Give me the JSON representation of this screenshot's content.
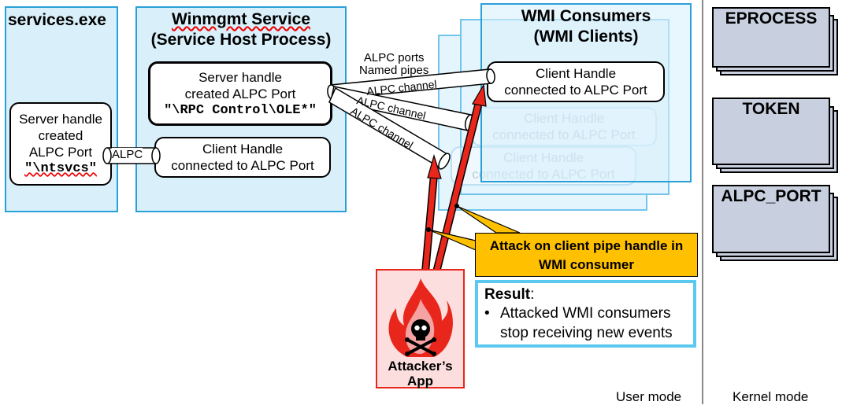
{
  "services": {
    "title": "services.exe",
    "server_handle": [
      "Server handle",
      "created",
      "ALPC Port"
    ],
    "port_name": "\"\\ntsvcs\""
  },
  "alpc_link_label": "ALPC",
  "winmgmt": {
    "title_line1": "Winmgmt Service",
    "title_line2": "(Service Host Process)",
    "server_handle": [
      "Server handle",
      "created ALPC Port"
    ],
    "port_name": "\"\\RPC Control\\OLE*\"",
    "client_handle": [
      "Client Handle",
      "connected to ALPC Port"
    ]
  },
  "consumers": {
    "title_line1": "WMI Consumers",
    "title_line2": "(WMI Clients)",
    "client_handle": [
      "Client Handle",
      "connected to ALPC Port"
    ],
    "ghost_handle": [
      "Client Handle",
      "connected to ALPC Port"
    ]
  },
  "channel_header": [
    "ALPC ports",
    "Named pipes"
  ],
  "channel_label": "ALPC channel",
  "kernel_objects": [
    "EPROCESS",
    "TOKEN",
    "ALPC_PORT"
  ],
  "attacker": {
    "label_line1": "Attacker’s",
    "label_line2": "App",
    "icon": "skull-fire-icon"
  },
  "attack_callout": [
    "Attack on client pipe handle in",
    "WMI consumer"
  ],
  "result": {
    "title": "Result",
    "title_suffix": ":",
    "bullet": "Attacked WMI consumers stop receiving new events"
  },
  "modes": {
    "user": "User mode",
    "kernel": "Kernel mode"
  },
  "colors": {
    "process_fill": "#d9f0fb",
    "process_border": "#2aa0d8",
    "attack_red": "#e8261c",
    "callout_fill": "#ffc000",
    "kernel_fill": "#c8d0df",
    "attacker_fill": "#fddede"
  }
}
